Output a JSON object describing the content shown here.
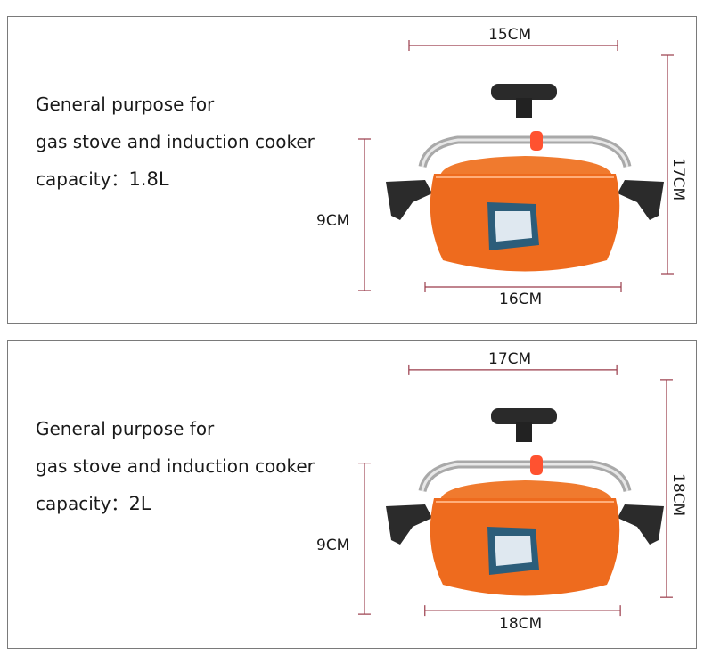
{
  "panels": [
    {
      "line1": "General purpose for",
      "line2": "gas stove and induction cooker",
      "capacity_label": "capacity：",
      "capacity_value": "1.8L",
      "dim_top": "15CM",
      "dim_right": "17CM",
      "dim_left": "9CM",
      "dim_bottom": "16CM"
    },
    {
      "line1": "General purpose for",
      "line2": "gas stove and induction cooker",
      "capacity_label": "capacity：",
      "capacity_value": "2L",
      "dim_top": "17CM",
      "dim_right": "18CM",
      "dim_left": "9CM",
      "dim_bottom": "18CM"
    }
  ],
  "colors": {
    "pot_body": "#ee6b1e",
    "dimension_line": "#9a3b4a",
    "border": "#7a7a7a"
  },
  "icons": [
    "pressure-cooker-image"
  ]
}
